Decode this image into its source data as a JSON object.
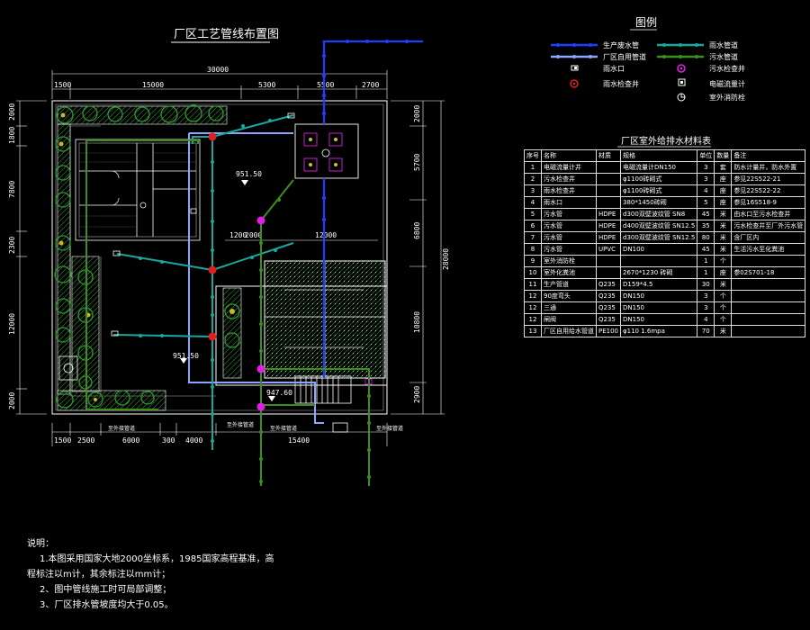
{
  "drawing_title": "厂区工艺管线布置图",
  "legend": {
    "title": "图例",
    "items": [
      {
        "label": "生产废水管",
        "icon": "blue-pipe-line"
      },
      {
        "label": "雨水管道",
        "icon": "teal-pipe-line"
      },
      {
        "label": "厂区自用管道",
        "icon": "lightblue-pipe-line"
      },
      {
        "label": "污水管道",
        "icon": "green-pipe-line"
      },
      {
        "label": "雨水口",
        "icon": "rain-inlet-symbol"
      },
      {
        "label": "污水检查井",
        "icon": "magenta-circle-symbol"
      },
      {
        "label": "雨水检查井",
        "icon": "red-circle-symbol"
      },
      {
        "label": "电磁流量计",
        "icon": "flowmeter-symbol"
      },
      {
        "label": "室外消防栓",
        "icon": "hydrant-symbol"
      }
    ]
  },
  "dimensions": {
    "top_total": "30000",
    "top": [
      "1500",
      "15000",
      "5300",
      "5500",
      "2700"
    ],
    "bottom": [
      "1500",
      "2500",
      "6000",
      "300",
      "4000",
      "15400"
    ],
    "left": [
      "2000",
      "1800",
      "7800",
      "2300",
      "12000",
      "2000"
    ],
    "right_total": "28000",
    "right": [
      "2000",
      "5700",
      "6800",
      "10800",
      "2900"
    ],
    "mid": [
      "1200",
      "2000",
      "12000"
    ]
  },
  "elevations": [
    "951.50",
    "951.50",
    "947.60"
  ],
  "annotations": [
    "至外接管道",
    "至外接管道",
    "至外接管道",
    "至外接管道"
  ],
  "bom": {
    "title": "厂区室外给排水材料表",
    "headers": [
      "序号",
      "名称",
      "材质",
      "规格",
      "单位",
      "数量",
      "备注"
    ],
    "rows": [
      [
        "1",
        "电磁流量计井",
        "",
        "电磁流量计DN150",
        "3",
        "套",
        "防水计量井，防水外置"
      ],
      [
        "2",
        "污水检查井",
        "",
        "φ1100砖砌式",
        "3",
        "座",
        "参见22S522-21"
      ],
      [
        "3",
        "雨水检查井",
        "",
        "φ1100砖砌式",
        "4",
        "座",
        "参见22S522-22"
      ],
      [
        "4",
        "雨水口",
        "",
        "380*1450砖砌",
        "5",
        "座",
        "参见16S518-9"
      ],
      [
        "5",
        "污水管",
        "HDPE",
        "d300双壁波纹管 SN8",
        "45",
        "米",
        "由水口至污水检查井"
      ],
      [
        "6",
        "污水管",
        "HDPE",
        "d400双壁波纹管 SN12.5",
        "35",
        "米",
        "污水检查井至厂外污水管"
      ],
      [
        "7",
        "污水管",
        "HDPE",
        "d300双壁波纹管 SN12.5",
        "80",
        "米",
        "含厂区内"
      ],
      [
        "8",
        "污水管",
        "UPVC",
        "DN100",
        "45",
        "米",
        "生活污水至化粪池"
      ],
      [
        "9",
        "室外消防栓",
        "",
        "",
        "1",
        "个",
        ""
      ],
      [
        "10",
        "室外化粪池",
        "",
        "2670*1230 砖砌",
        "1",
        "座",
        "参02S701-18"
      ],
      [
        "11",
        "生产管道",
        "Q235",
        "D159*4.5",
        "30",
        "米",
        ""
      ],
      [
        "12",
        "90度弯头",
        "Q235",
        "DN150",
        "3",
        "个",
        ""
      ],
      [
        "12",
        "三通",
        "Q235",
        "DN150",
        "3",
        "个",
        ""
      ],
      [
        "12",
        "闸阀",
        "Q235",
        "DN150",
        "4",
        "个",
        ""
      ],
      [
        "13",
        "厂区自用给水管道",
        "PE100",
        "φ110 1.6mpa",
        "70",
        "米",
        ""
      ]
    ]
  },
  "notes": {
    "title": "说明：",
    "lines": [
      "1.本图采用国家大地2000坐标系，1985国家高程基准，高",
      "程标注以m计，其余标注以mm计；",
      "2、图中管线施工时可局部调整；",
      "3、厂区排水管坡度均大于0.05。"
    ]
  },
  "colors": {
    "production_pipe": "#1f3fff",
    "rain_pipe": "#1aa7a0",
    "self_use_pipe": "#8aa6ff",
    "sewage_pipe": "#3a8f1e",
    "sewage_well": "#e020e0",
    "rain_well": "#e02020",
    "boundary": "#ffffff",
    "tree": "#2f9a2f"
  }
}
